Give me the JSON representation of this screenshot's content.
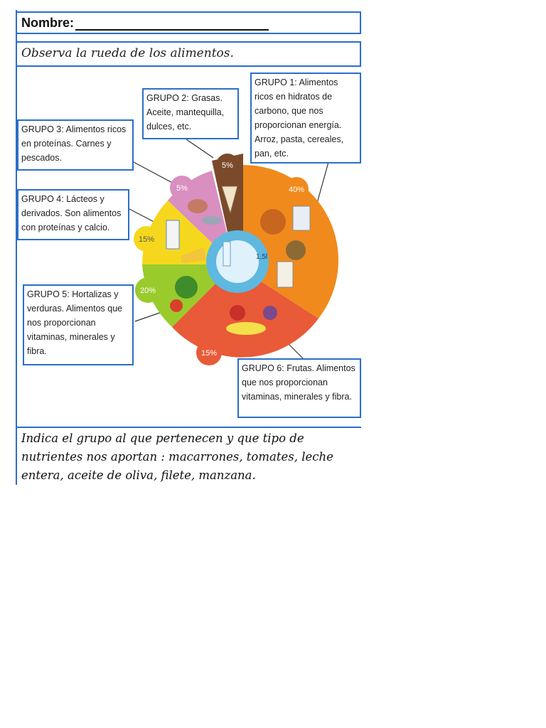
{
  "header": {
    "nombre_label": "Nombre:"
  },
  "instruction": "Observa la rueda de los alimentos.",
  "wheel": {
    "groups": [
      {
        "id": "grupo1",
        "percent": "40%",
        "color": "#f08a1c",
        "callout": "GRUPO 1: Alimentos ricos en hidratos de carbono, que nos proporcionan energía. Arroz, pasta, cereales, pan, etc."
      },
      {
        "id": "grupo2",
        "percent": "5%",
        "color": "#7a4a2a",
        "callout": "GRUPO 2: Grasas. Aceite, mantequilla, dulces, etc."
      },
      {
        "id": "grupo3",
        "percent": "5%",
        "color": "#d98fc0",
        "callout": "GRUPO 3: Alimentos ricos en proteínas. Carnes y pescados."
      },
      {
        "id": "grupo4",
        "percent": "15%",
        "color": "#f5d81e",
        "callout": "GRUPO 4: Lácteos y derivados. Son alimentos con proteínas y calcio."
      },
      {
        "id": "grupo5",
        "percent": "20%",
        "color": "#9acb2c",
        "callout": "GRUPO 5: Hortalizas y verduras. Alimentos que nos proporcionan vitaminas, minerales y fibra."
      },
      {
        "id": "grupo6",
        "percent": "15%",
        "color": "#e85a38",
        "callout": "GRUPO 6: Frutas. Alimentos que nos proporcionan vitaminas, minerales y fibra."
      }
    ],
    "center_label": "1,5l",
    "center_color": "#5fb8e0"
  },
  "question": "Indica el grupo al que pertenecen y que tipo de nutrientes nos aportan : macarrones, tomates, leche entera, aceite de oliva, filete, manzana."
}
